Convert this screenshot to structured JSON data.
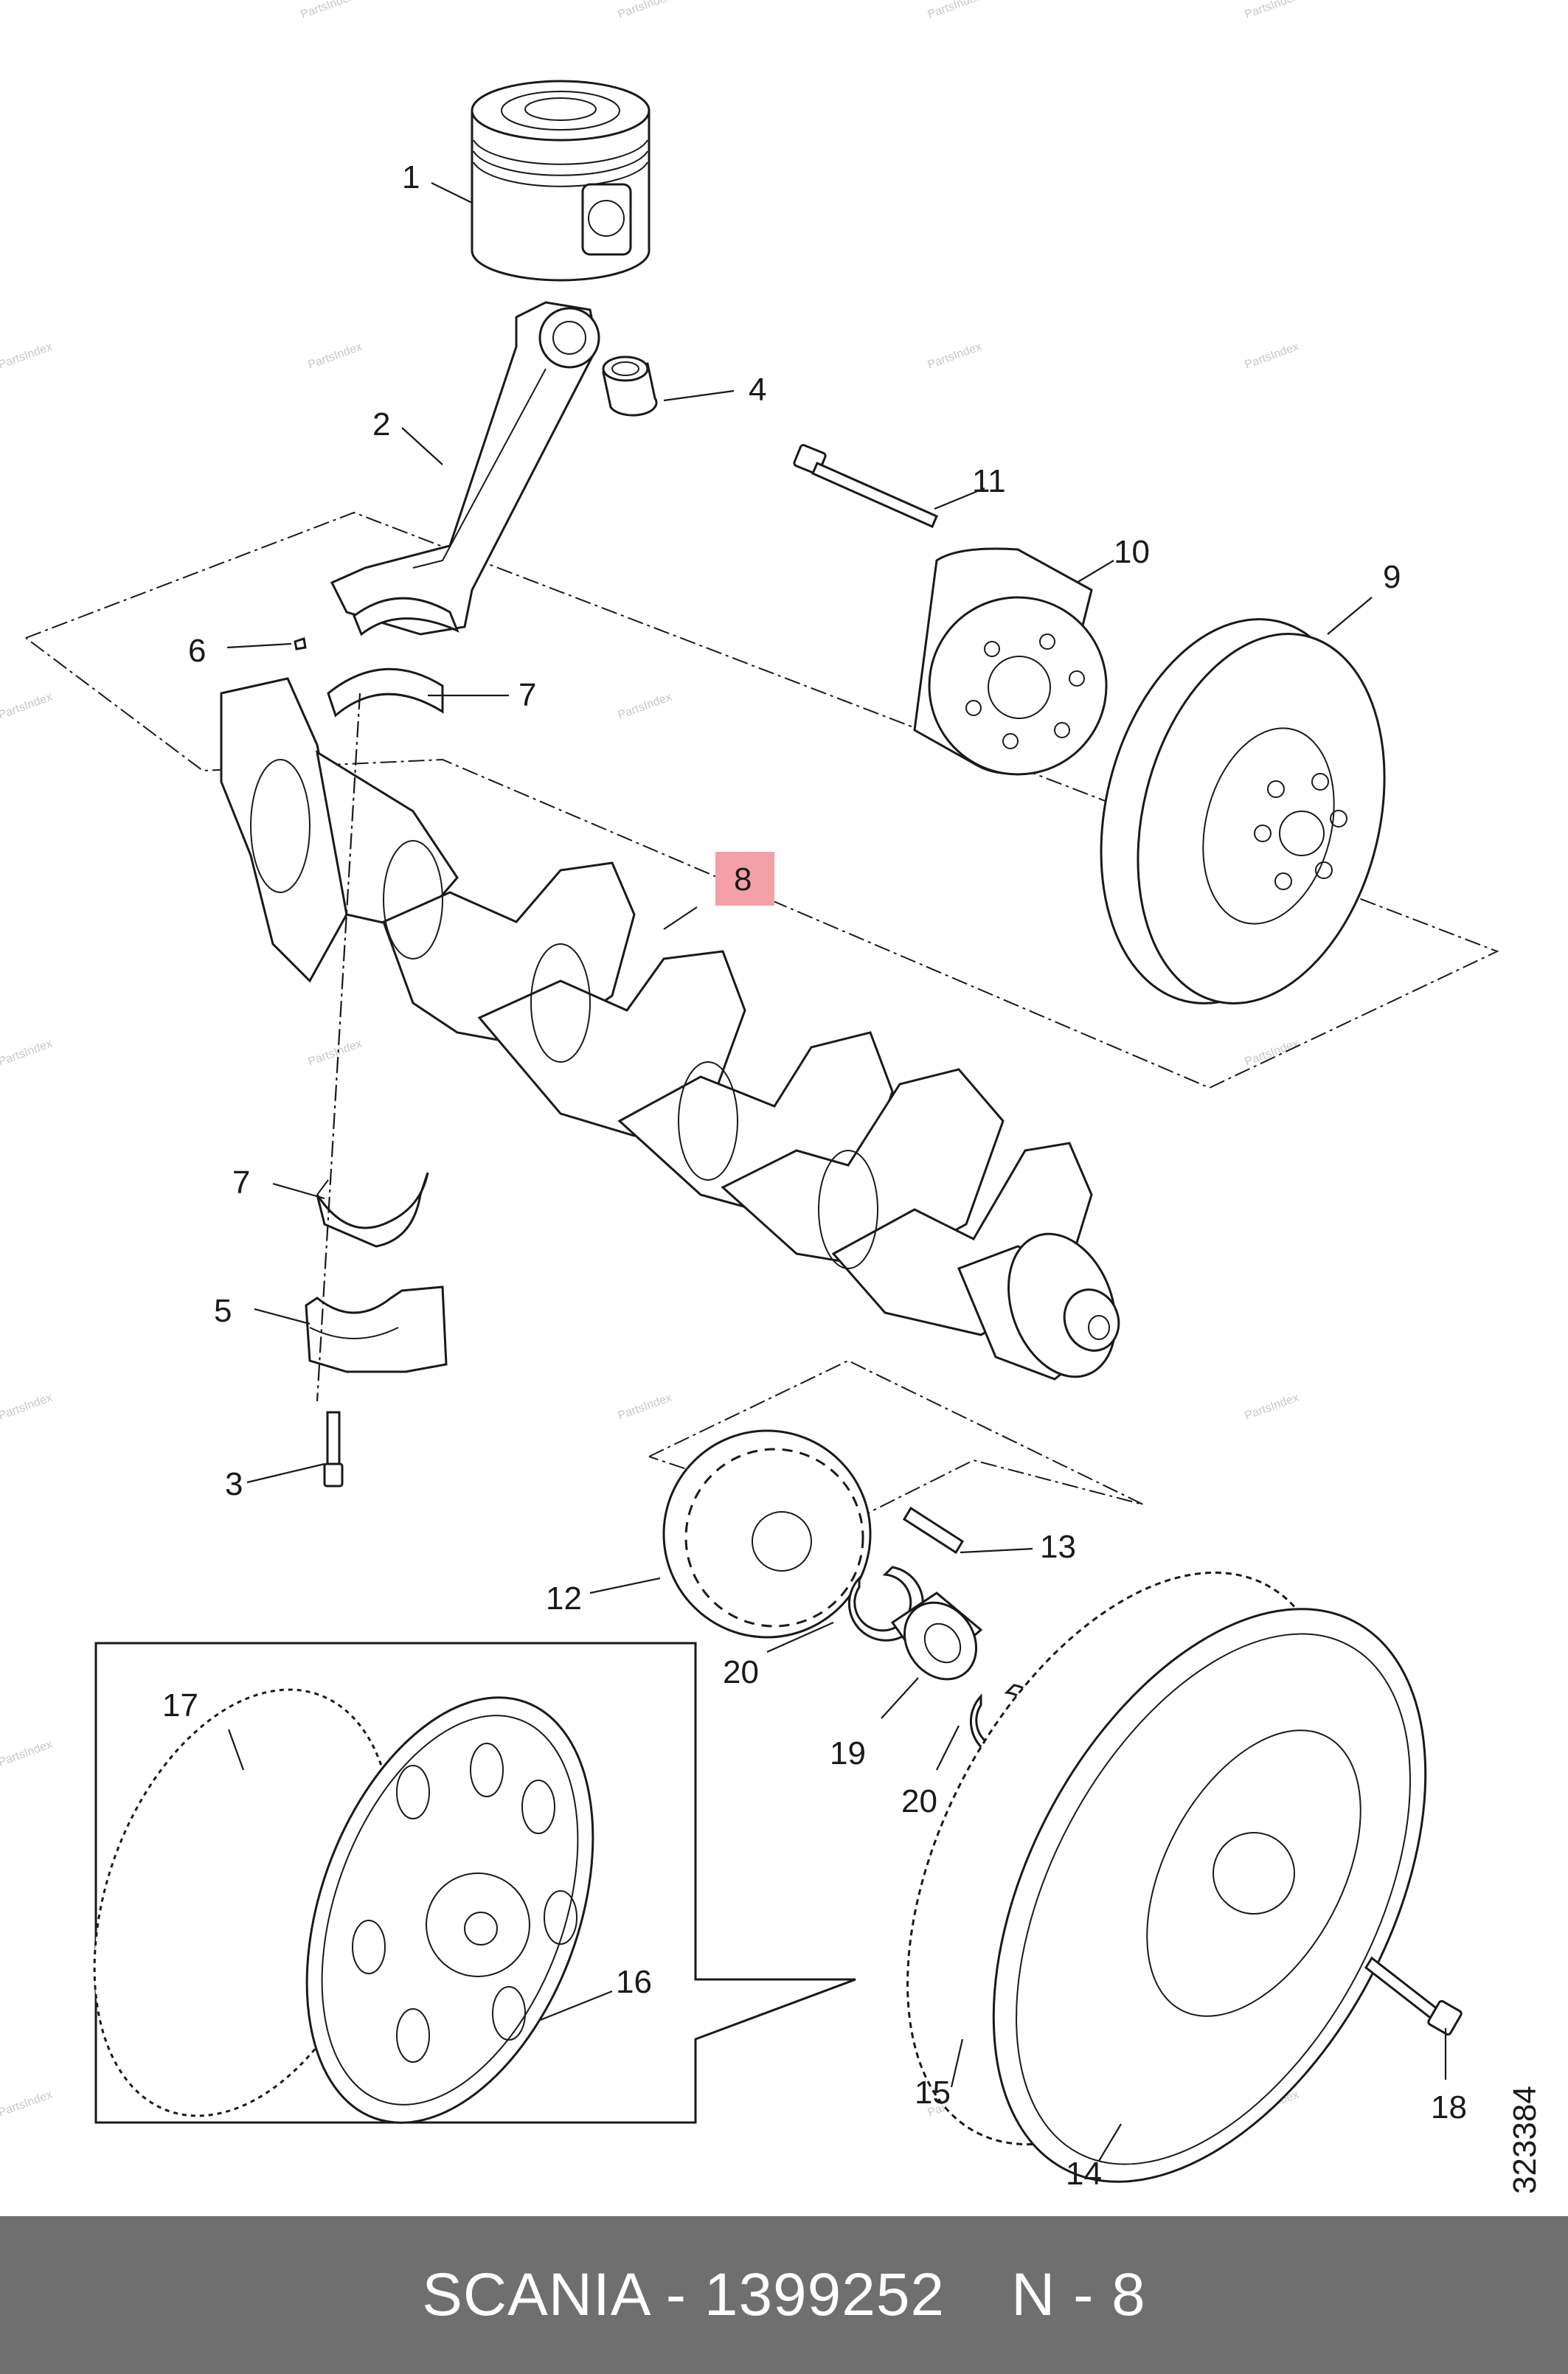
{
  "callouts": {
    "c1": "1",
    "c2": "2",
    "c3": "3",
    "c4": "4",
    "c5": "5",
    "c6": "6",
    "c7a": "7",
    "c7b": "7",
    "c8": "8",
    "c9": "9",
    "c10": "10",
    "c11": "11",
    "c12": "12",
    "c13": "13",
    "c14": "14",
    "c15": "15",
    "c16": "16",
    "c17": "17",
    "c18": "18",
    "c19": "19",
    "c20a": "20",
    "c20b": "20"
  },
  "highlight": {
    "label": "8",
    "color": "#f4a0a8"
  },
  "drawing_number": "323384",
  "watermark": "PartsIndex",
  "footer": {
    "brand_part": "SCANIA - 1399252",
    "ref": "N - 8",
    "background": "#6f6f6f"
  }
}
